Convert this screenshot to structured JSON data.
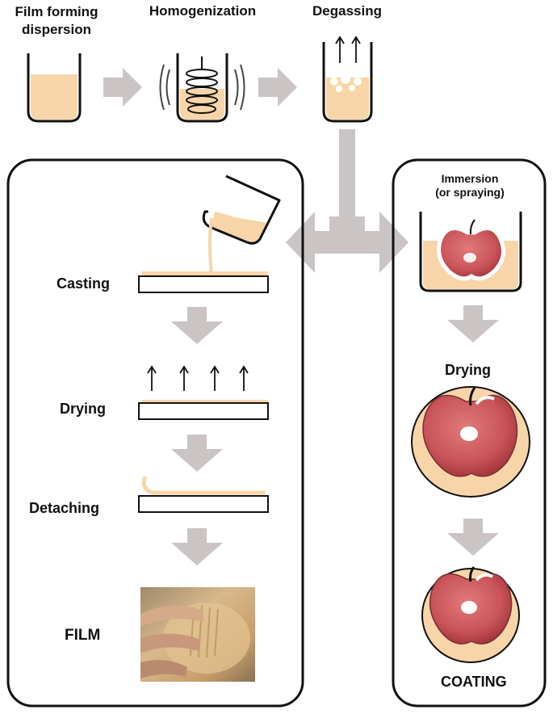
{
  "top_steps": {
    "film_forming_line1": "Film forming",
    "film_forming_line2": "dispersion",
    "homogenization": "Homogenization",
    "degassing": "Degassing"
  },
  "film_panel": {
    "casting": "Casting",
    "drying": "Drying",
    "detaching": "Detaching",
    "film": "FILM"
  },
  "coating_panel": {
    "immersion_line1": "Immersion",
    "immersion_line2": "(or spraying)",
    "drying": "Drying",
    "coating": "COATING"
  },
  "colors": {
    "dispersion": "#f8d5a8",
    "arrow": "#cbc4c4",
    "apple": "#c9545a",
    "outline": "#111111"
  }
}
